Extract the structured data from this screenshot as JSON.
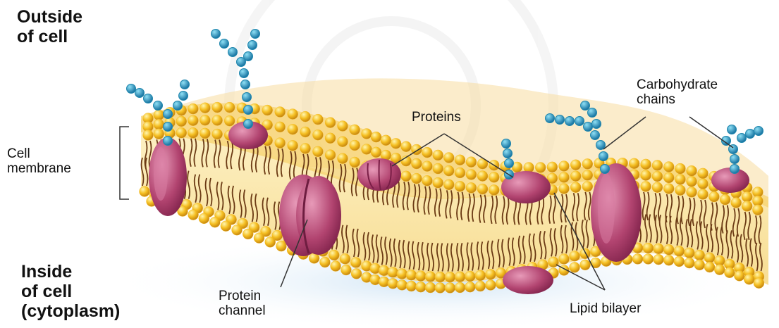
{
  "labels": {
    "outside": [
      "Outside",
      "of cell"
    ],
    "inside": [
      "Inside",
      "of cell",
      "(cytoplasm)"
    ],
    "membrane": [
      "Cell",
      "membrane"
    ],
    "carbohydrate": [
      "Carbohydrate",
      "chains"
    ],
    "proteins": "Proteins",
    "channel": [
      "Protein",
      "channel"
    ],
    "lipid": "Lipid bilayer"
  },
  "colors": {
    "phospholipid_head": "#f2b820",
    "tail": "#6b3a14",
    "protein": "#b0406e",
    "carbohydrate_bead": "#1f86ad",
    "membrane_fill": "#fbe6a6"
  }
}
